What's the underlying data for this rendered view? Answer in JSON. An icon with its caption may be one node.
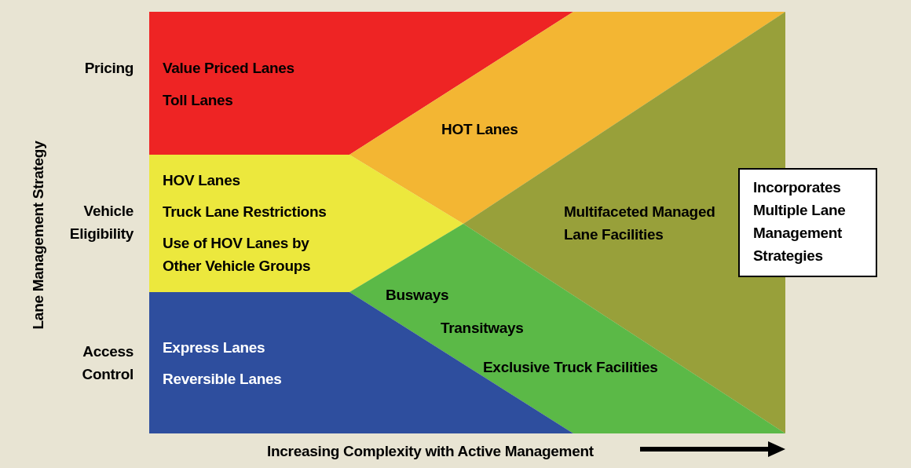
{
  "diagram": {
    "nodes": [
      {
        "text": [
          "Value Priced Lanes",
          "Toll Lanes"
        ]
      },
      {
        "text": [
          "HOT Lanes"
        ]
      },
      {
        "text": [
          "HOV Lanes",
          "Truck Lane Restrictions",
          "Use of HOV Lanes by Other Vehicle Groups"
        ]
      },
      {
        "text": [
          "Multifaceted Managed Lane Facilities"
        ]
      },
      {
        "text": [
          "Busways",
          "Transitways",
          "Exclusive Truck Facilities"
        ]
      },
      {
        "text": [
          "Express Lanes",
          "Reversible Lanes"
        ]
      },
      {
        "text": [
          "Incorporates Multiple Lane Management Strategies"
        ]
      }
    ],
    "edges": [],
    "labels": [
      "Pricing",
      "Vehicle Eligibility",
      "Access Control",
      "Lane Management Strategy",
      "Increasing Complexity with Active Management"
    ]
  }
}
